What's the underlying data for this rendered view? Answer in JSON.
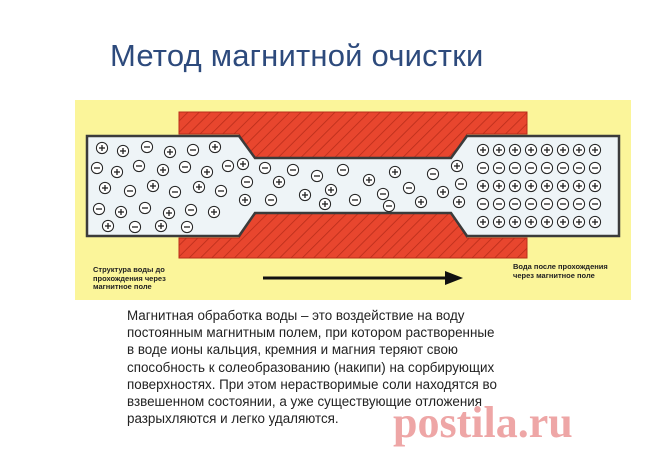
{
  "title": "Метод магнитной очистки",
  "diagram": {
    "label_before": "Структура воды до прохождения через магнитное поле",
    "label_after": "Вода после прохождения через магнитное поле",
    "colors": {
      "background": "#fbf59a",
      "magnet": "#e8462e",
      "pipe_water": "#eef4f7",
      "ion": "#222222"
    },
    "icons": [
      "plus-ion-icon",
      "minus-ion-icon",
      "arrow-right-icon"
    ]
  },
  "description": {
    "lines": [
      "Магнитная обработка воды – это воздействие на воду",
      "постоянным магнитным полем, при котором растворенные",
      "в воде ионы кальция, кремния и магния теряют свою",
      "способность к солеобразованию (накипи) на сорбирующих",
      "поверхностях. При этом нерастворимые соли находятся во",
      "взвешенном состоянии, а уже существующие отложения",
      "разрыхляются и легко удаляются."
    ]
  },
  "watermark": "postila.ru"
}
